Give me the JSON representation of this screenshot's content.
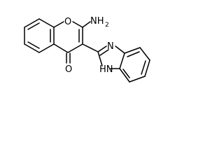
{
  "molecule": {
    "atom_labels": {
      "ring_oxygen": "O",
      "amino_n": "NH",
      "amino_h_count": "2",
      "carbonyl_oxygen": "O",
      "imine_n": "N",
      "pyrrole_nh": "HN"
    },
    "colors": {
      "bond": "#000000",
      "label": "#000000",
      "background": "#ffffff"
    }
  }
}
